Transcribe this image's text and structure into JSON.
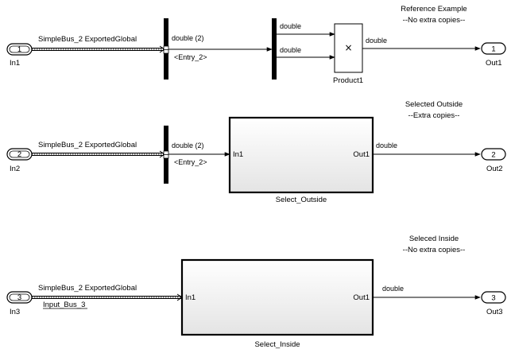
{
  "rows": [
    {
      "inport": {
        "number": "1",
        "name": "In1"
      },
      "bus_label": "SimpleBus_2 ExportedGlobal",
      "selector": {
        "out_type": "double (2)",
        "signal": "<Entry_2>"
      },
      "outport": {
        "number": "1",
        "name": "Out1"
      },
      "out_signal_type": "double",
      "annotation_title": "Reference Example",
      "annotation_sub": "--No extra copies--"
    },
    {
      "inport": {
        "number": "2",
        "name": "In2"
      },
      "bus_label": "SimpleBus_2 ExportedGlobal",
      "selector": {
        "out_type": "double (2)",
        "signal": "<Entry_2>"
      },
      "subsystem": {
        "name": "Select_Outside",
        "in_port": "In1",
        "out_port": "Out1"
      },
      "outport": {
        "number": "2",
        "name": "Out2"
      },
      "out_signal_type": "double",
      "annotation_title": "Selected Outside",
      "annotation_sub": "--Extra copies--"
    },
    {
      "inport": {
        "number": "3",
        "name": "In3"
      },
      "bus_label": "SimpleBus_2 ExportedGlobal",
      "bus_signal_name": "Input_Bus_3",
      "subsystem": {
        "name": "Select_Inside",
        "in_port": "In1",
        "out_port": "Out1"
      },
      "outport": {
        "number": "3",
        "name": "Out3"
      },
      "out_signal_type": "double",
      "annotation_title": "Seleced Inside",
      "annotation_sub": "--No extra copies--"
    }
  ],
  "demux": {
    "out_top": "double",
    "out_bottom": "double"
  },
  "product": {
    "name": "Product1",
    "symbol": "×"
  }
}
